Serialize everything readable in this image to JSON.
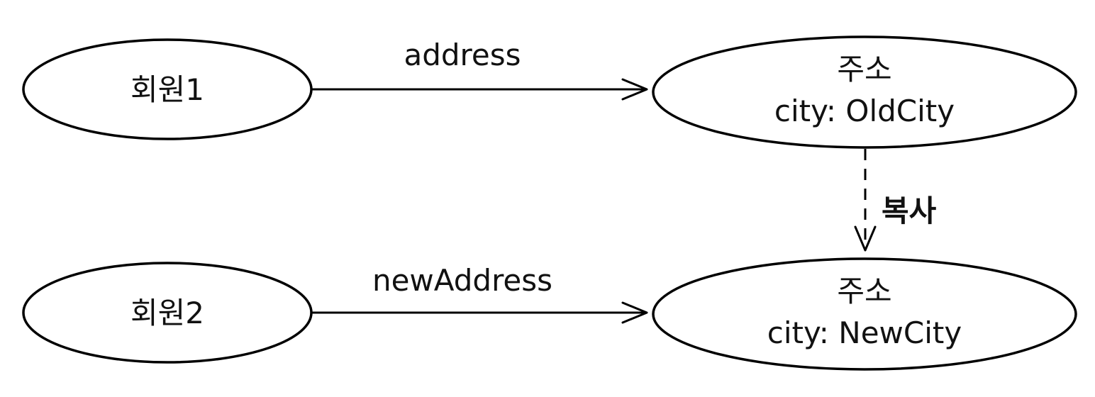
{
  "nodes": {
    "member1": {
      "label": "회원1"
    },
    "member2": {
      "label": "회원2"
    },
    "address_old": {
      "title": "주소",
      "field": "city: OldCity"
    },
    "address_new": {
      "title": "주소",
      "field": "city: NewCity"
    }
  },
  "edges": {
    "member1_to_address_old": {
      "label": "address"
    },
    "member2_to_address_new": {
      "label": "newAddress"
    },
    "copy": {
      "label": "복사"
    }
  },
  "colors": {
    "stroke": "#000000",
    "fill": "#ffffff",
    "text": "#111111"
  }
}
